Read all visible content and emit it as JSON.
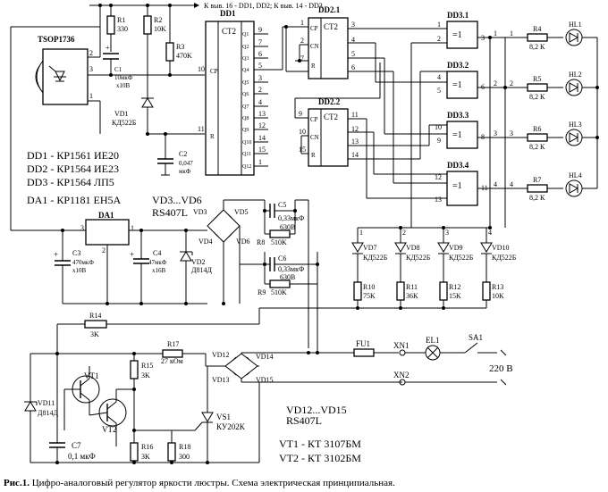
{
  "caption": {
    "prefix": "Рис.1.",
    "text": "Цифро-аналоговый регулятор яркости люстры. Схема электрическая принципиальная."
  },
  "top_note": "К выв. 16 - DD1, DD2; К выв. 14 - DD3",
  "parts_list": {
    "dd1": "DD1 - КР1561 ИЕ20",
    "dd2": "DD2 - КР1564 ИЕ23",
    "dd3": "DD3 - КР1564 ЛП5",
    "da1": "DA1 - КР1181 ЕН5А",
    "vd3_6": "VD3...VD6",
    "vd3_6_type": "RS407L",
    "vd12_15": "VD12...VD15",
    "vd12_15_type": "RS407L",
    "vt1": "VT1 -   КТ 3107БМ",
    "vt2": "VT2 -   КТ 3102БМ"
  },
  "ic": {
    "tsop": "TSOP1736",
    "dd1": "DD1",
    "ct2": "CT2",
    "dd21": "DD2.1",
    "dd22": "DD2.2",
    "cp": "CP",
    "cn": "CN",
    "r": "R",
    "dd31": "DD3.1",
    "dd32": "DD3.2",
    "dd33": "DD3.3",
    "dd34": "DD3.4",
    "xor": "=1",
    "da1": "DA1"
  },
  "labels": {
    "r1": "R1",
    "r1v": "330",
    "r2": "R2",
    "r2v": "10K",
    "r3": "R3",
    "r3v": "470K",
    "c1": "C1",
    "c1v": "10мкФ",
    "c1u": "x10В",
    "vd1": "VD1",
    "vd1t": "КД522Б",
    "c2": "C2",
    "c2v": "0,047",
    "c2u": "мкФ",
    "r4": "R4",
    "r5": "R5",
    "r6": "R6",
    "r7": "R7",
    "rv": "8,2 К",
    "hl1": "HL1",
    "hl2": "HL2",
    "hl3": "HL3",
    "hl4": "HL4",
    "vd7": "VD7",
    "vd8": "VD8",
    "vd9": "VD9",
    "vd10": "VD10",
    "kd": "КД522Б",
    "r10": "R10",
    "r10v": "75K",
    "r11": "R11",
    "r11v": "36K",
    "r12": "R12",
    "r12v": "15K",
    "r13": "R13",
    "r13v": "10K",
    "c3": "C3",
    "c3v": "470мкФ",
    "c3u": "x10В",
    "c4": "C4",
    "c4v": "47мкФ",
    "c4u": "x16В",
    "vd2": "VD2",
    "vd2t": "Д814Д",
    "vd3": "VD3",
    "vd4": "VD4",
    "vd5": "VD5",
    "vd6": "VD6",
    "c5": "C5",
    "c5v": "0,33мкФ",
    "c5u": "630В",
    "c6": "C6",
    "c6v": "0,33мкФ",
    "c6u": "630В",
    "r8": "R8",
    "r8v": "510K",
    "r9": "R9",
    "r9v": "510K",
    "r14": "R14",
    "r14v": "3K",
    "r17": "R17",
    "r17v": "27 кОм",
    "r15": "R15",
    "r15v": "3K",
    "r16": "R16",
    "r16v": "3K",
    "r18": "R18",
    "r18v": "300",
    "vt1": "VT1",
    "vt2": "VT2",
    "vd11": "VD11",
    "vd11t": "Д814Д",
    "c7": "C7",
    "c7v": "0,1 мкФ",
    "vs1": "VS1",
    "vs1t": "КУ202К",
    "vd12": "VD12",
    "vd13": "VD13",
    "vd14": "VD14",
    "vd15": "VD15",
    "fu1": "FU1",
    "xn1": "XN1",
    "xn2": "XN2",
    "el1": "EL1",
    "sa1": "SA1",
    "mains": "220 В"
  },
  "pins": {
    "p1": "1",
    "p2": "2",
    "p3": "3",
    "p4": "4",
    "p5": "5",
    "p6": "6",
    "p7": "7",
    "p8": "8",
    "p9": "9",
    "p10": "10",
    "p11": "11",
    "p12": "12",
    "p13": "13",
    "p14": "14",
    "p15": "15",
    "q1": "Q1",
    "q2": "Q2",
    "q3": "Q3",
    "q4": "Q4",
    "q5": "Q5",
    "q6": "Q6",
    "q7": "Q7",
    "q8": "Q8",
    "q9": "Q9",
    "q10": "Q10",
    "q11": "Q11",
    "q12": "Q12"
  }
}
